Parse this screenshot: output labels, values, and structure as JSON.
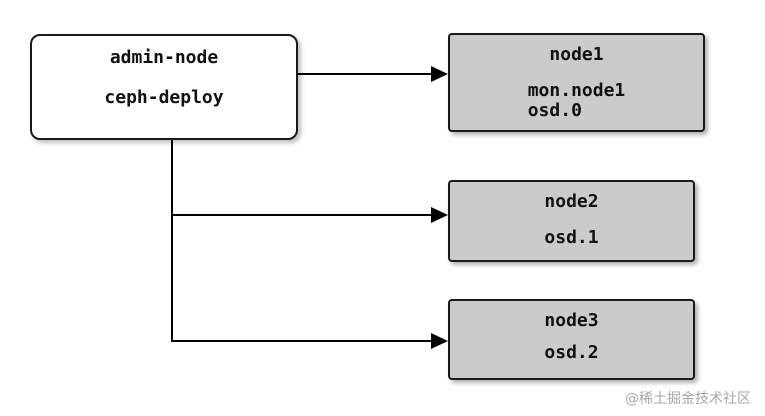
{
  "diagram": {
    "admin_node": {
      "line1": "admin-node",
      "line2": "ceph-deploy"
    },
    "nodes": [
      {
        "title": "node1",
        "lines": [
          "mon.node1",
          "osd.0"
        ]
      },
      {
        "title": "node2",
        "lines": [
          "osd.1"
        ]
      },
      {
        "title": "node3",
        "lines": [
          "osd.2"
        ]
      }
    ],
    "colors": {
      "node_fill": "#cbcbcb",
      "admin_fill": "#ffffff",
      "border": "#1a1a1a",
      "arrow": "#000000",
      "watermark": "#a8a8a8"
    },
    "watermark": "@稀土掘金技术社区"
  }
}
